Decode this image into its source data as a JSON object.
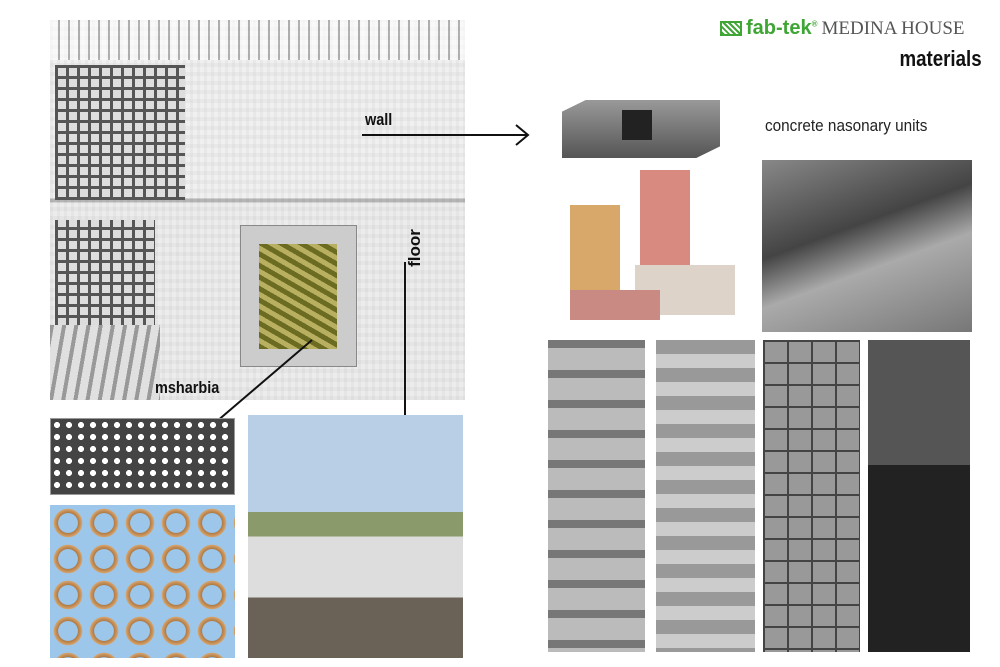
{
  "header": {
    "brand": "fab-tek",
    "registered": "®",
    "project": "MEDINA HOUSE",
    "section": "materials"
  },
  "labels": {
    "wall": "wall",
    "floor": "floor",
    "msharbia": "msharbia",
    "cmu_caption": "concrete nasonary units"
  },
  "colors": {
    "brand_green": "#3fa535"
  }
}
